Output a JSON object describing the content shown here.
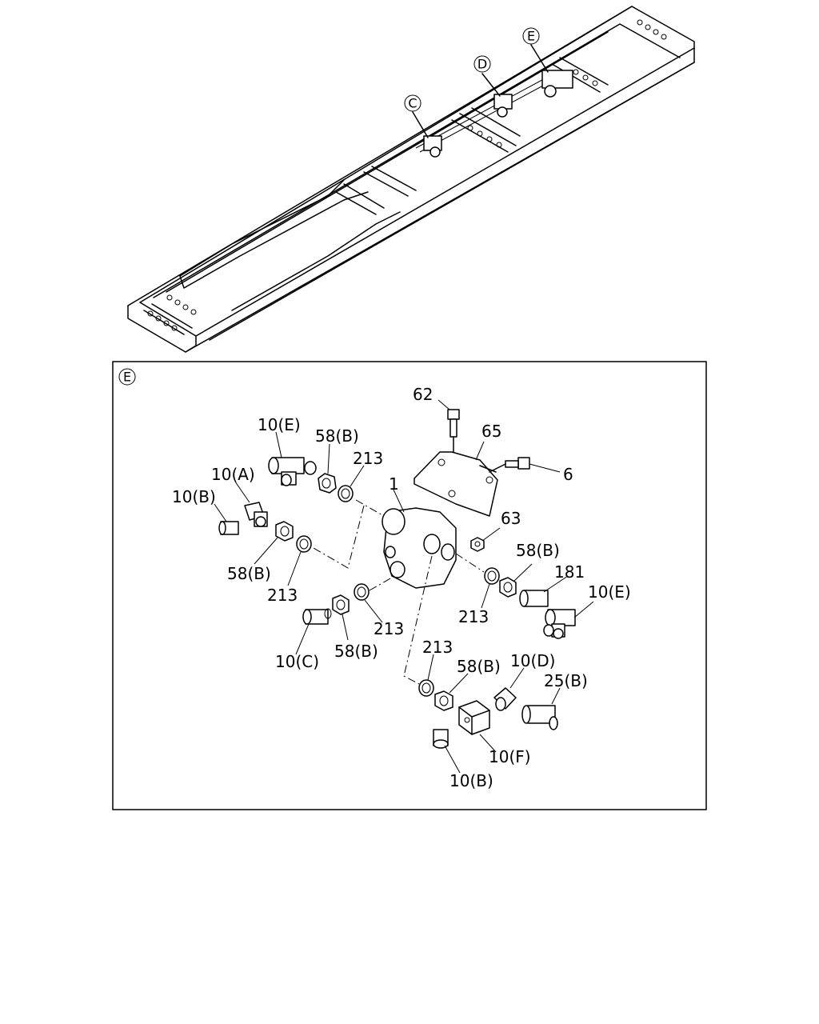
{
  "frame_markers": {
    "c": "C",
    "d": "D",
    "e": "E"
  },
  "detail_view": {
    "marker": "E",
    "labels": {
      "p62": "62",
      "p65": "65",
      "p6": "6",
      "p1": "1",
      "p63": "63",
      "p10e_top": "10(E)",
      "p58b_top": "58(B)",
      "p213_top": "213",
      "p10a": "10(A)",
      "p10b_left": "10(B)",
      "p58b_left": "58(B)",
      "p213_left": "213",
      "p58b_right": "58(B)",
      "p181": "181",
      "p10e_right": "10(E)",
      "p213_right": "213",
      "p213_mid": "213",
      "p10c": "10(C)",
      "p58b_mid": "58(B)",
      "p213_low": "213",
      "p58b_low": "58(B)",
      "p10d": "10(D)",
      "p25b": "25(B)",
      "p10f": "10(F)",
      "p10b_bottom": "10(B)"
    }
  }
}
